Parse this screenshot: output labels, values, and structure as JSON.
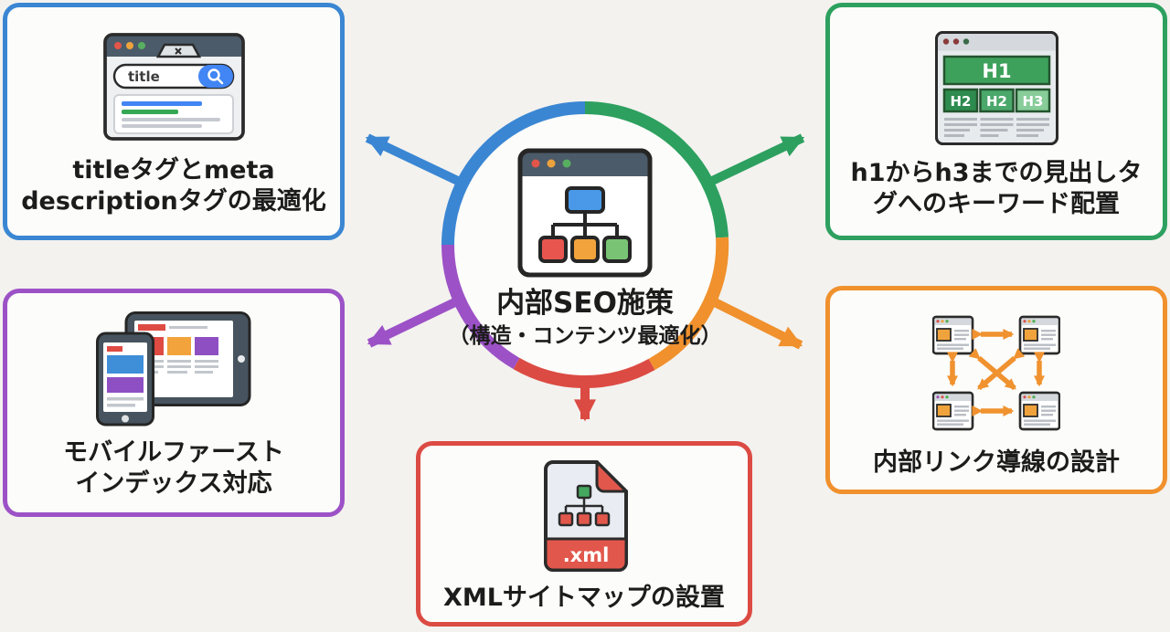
{
  "palette": {
    "blue": "#3a86d3",
    "green": "#2da05f",
    "orange": "#f0912d",
    "red": "#dc4b43",
    "purple": "#9c52c6"
  },
  "hub": {
    "title": "内部SEO施策",
    "subtitle": "（構造・コンテンツ最適化）"
  },
  "nodes": {
    "title_meta": {
      "accent": "#3a86d3",
      "lines": [
        "titleタグとmeta",
        "descriptionタグの最適化"
      ],
      "icon_search_text": "title"
    },
    "headings": {
      "accent": "#2da05f",
      "lines": [
        "h1からh3までの見出しタ",
        "グへのキーワード配置"
      ],
      "tags": {
        "h1": "H1",
        "h2a": "H2",
        "h2b": "H2",
        "h3": "H3"
      }
    },
    "mobile": {
      "accent": "#9c52c6",
      "lines": [
        "モバイルファースト",
        "インデックス対応"
      ]
    },
    "internal_links": {
      "accent": "#f0912d",
      "lines": [
        "内部リンク導線の設計"
      ]
    },
    "xml_sitemap": {
      "accent": "#dc4b43",
      "lines": [
        "XMLサイトマップの設置"
      ],
      "file_ext": ".xml"
    }
  }
}
